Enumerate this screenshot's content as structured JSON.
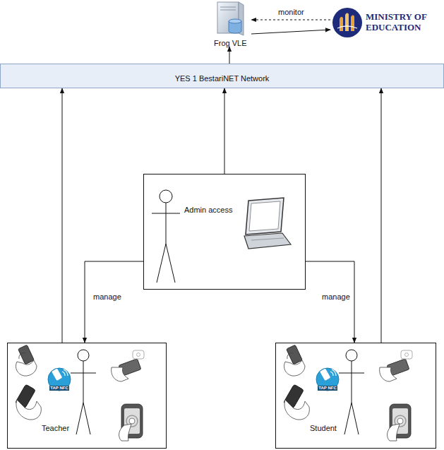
{
  "diagram": {
    "nodes": [
      {
        "text": [
          "Frog VLE"
        ]
      },
      {
        "text": [
          "MINISTRY OF EDUCATION"
        ]
      },
      {
        "text": [
          "YES 1 BestariNET Network"
        ]
      },
      {
        "text": [
          "Admin access"
        ]
      },
      {
        "text": [
          "Teacher"
        ]
      },
      {
        "text": [
          "Student"
        ]
      }
    ],
    "edges": [
      {
        "from": 1,
        "to": 0,
        "arrow": "to",
        "label": "monitor"
      },
      {
        "from": 0,
        "to": 1,
        "arrow": "to"
      },
      {
        "from": 2,
        "to": 0,
        "arrow": "to"
      },
      {
        "from": 3,
        "to": 2,
        "arrow": "to"
      },
      {
        "from": 4,
        "to": 2,
        "arrow": "to"
      },
      {
        "from": 5,
        "to": 2,
        "arrow": "to"
      },
      {
        "from": 3,
        "to": 4,
        "arrow": "to",
        "label": "manage"
      },
      {
        "from": 3,
        "to": 5,
        "arrow": "to",
        "label": "manage"
      }
    ],
    "labels": [
      "TAP NFC",
      "TAP NFC"
    ]
  }
}
